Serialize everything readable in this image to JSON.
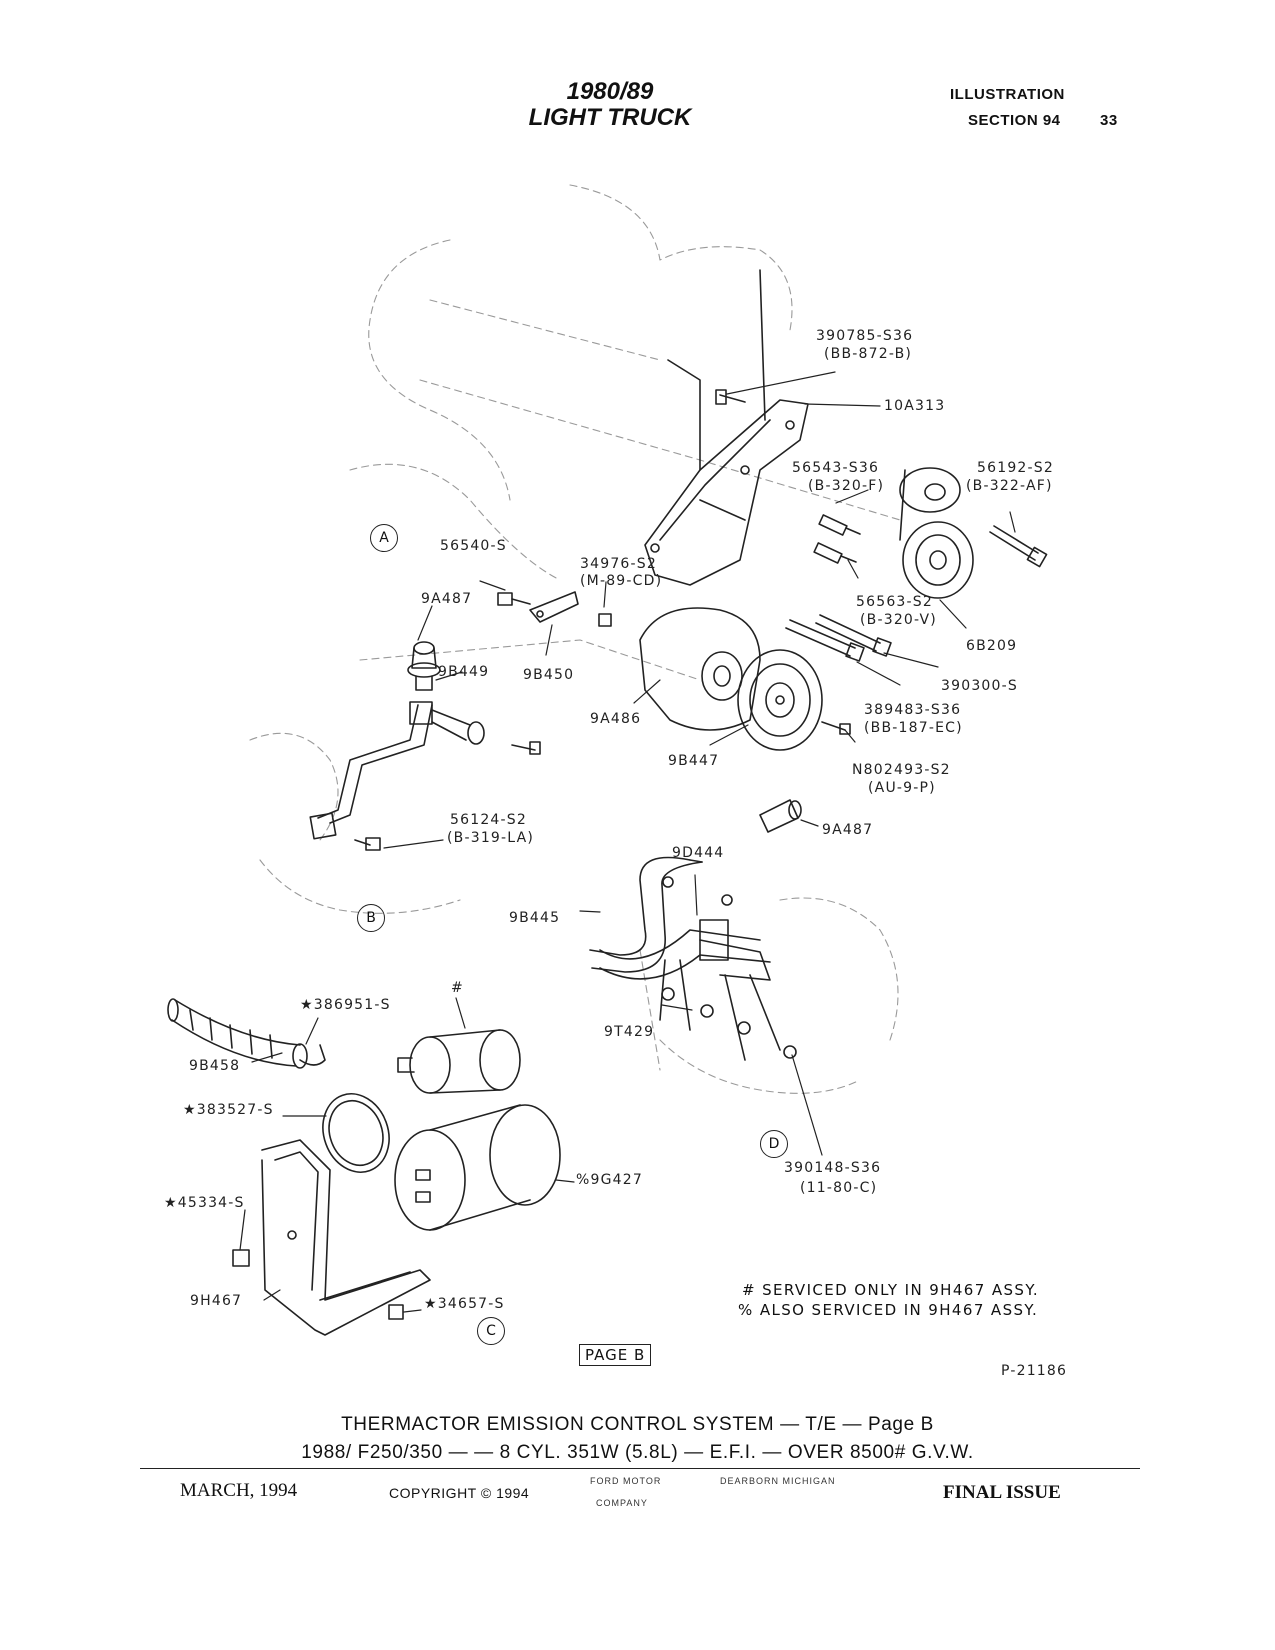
{
  "header": {
    "title_line1": "1980/89",
    "title_line2": "LIGHT TRUCK",
    "illustration": "ILLUSTRATION",
    "section": "SECTION 94",
    "page_number": "33"
  },
  "callouts": [
    {
      "id": "c1",
      "text": "390785-S36"
    },
    {
      "id": "c2",
      "text": "(BB-872-B)"
    },
    {
      "id": "c3",
      "text": "10A313"
    },
    {
      "id": "c4",
      "text": "56543-S36"
    },
    {
      "id": "c5",
      "text": "(B-320-F)"
    },
    {
      "id": "c6",
      "text": "56192-S2"
    },
    {
      "id": "c7",
      "text": "(B-322-AF)"
    },
    {
      "id": "c8",
      "text": "56540-S"
    },
    {
      "id": "c9",
      "text": "34976-S2"
    },
    {
      "id": "c10",
      "text": "(M-89-CD)"
    },
    {
      "id": "c11",
      "text": "9A487"
    },
    {
      "id": "c12",
      "text": "56563-S2"
    },
    {
      "id": "c13",
      "text": "(B-320-V)"
    },
    {
      "id": "c14",
      "text": "6B209"
    },
    {
      "id": "c15",
      "text": "9B449"
    },
    {
      "id": "c16",
      "text": "9B450"
    },
    {
      "id": "c17",
      "text": "390300-S"
    },
    {
      "id": "c18",
      "text": "389483-S36"
    },
    {
      "id": "c19",
      "text": "(BB-187-EC)"
    },
    {
      "id": "c20",
      "text": "9A486"
    },
    {
      "id": "c21",
      "text": "9B447"
    },
    {
      "id": "c22",
      "text": "N802493-S2"
    },
    {
      "id": "c23",
      "text": "(AU-9-P)"
    },
    {
      "id": "c24",
      "text": "9A487"
    },
    {
      "id": "c25",
      "text": "56124-S2"
    },
    {
      "id": "c26",
      "text": "(B-319-LA)"
    },
    {
      "id": "c27",
      "text": "9D444"
    },
    {
      "id": "c28",
      "text": "9B445"
    },
    {
      "id": "c29",
      "text": "★386951-S"
    },
    {
      "id": "c30",
      "text": "#"
    },
    {
      "id": "c31",
      "text": "9B458"
    },
    {
      "id": "c32",
      "text": "9T429"
    },
    {
      "id": "c33",
      "text": "★383527-S"
    },
    {
      "id": "c34",
      "text": "390148-S36"
    },
    {
      "id": "c35",
      "text": "(11-80-C)"
    },
    {
      "id": "c36",
      "text": "%9G427"
    },
    {
      "id": "c37",
      "text": "★45334-S"
    },
    {
      "id": "c38",
      "text": "9H467"
    },
    {
      "id": "c39",
      "text": "★34657-S"
    }
  ],
  "view_markers": [
    "A",
    "B",
    "C",
    "D"
  ],
  "notes": {
    "line1": "# SERVICED ONLY IN 9H467 ASSY.",
    "line2": "% ALSO SERVICED IN 9H467 ASSY."
  },
  "page_box": "PAGE B",
  "figure_id": "P-21186",
  "caption": {
    "line1": "THERMACTOR EMISSION CONTROL SYSTEM — T/E — Page B",
    "line2": "1988/ F250/350 — — 8 CYL. 351W (5.8L) — E.F.I. — OVER 8500# G.V.W."
  },
  "footer": {
    "date": "MARCH, 1994",
    "copyright": "COPYRIGHT © 1994",
    "company_line1": "FORD MOTOR",
    "company_line2": "COMPANY",
    "location": "DEARBORN  MICHIGAN",
    "status": "FINAL ISSUE"
  }
}
